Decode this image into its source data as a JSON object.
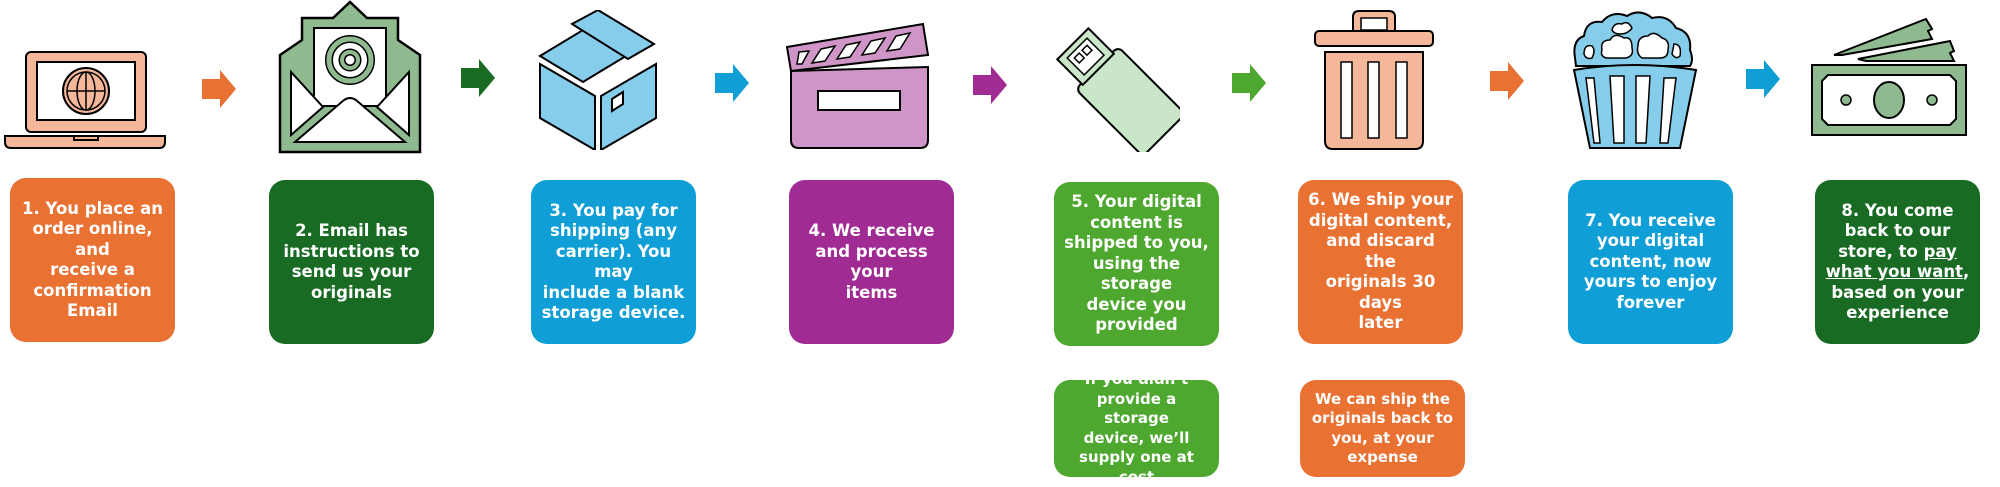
{
  "colors": {
    "orange": "#E97132",
    "dark_green": "#196B24",
    "blue": "#0F9ED5",
    "purple": "#A02B93",
    "green": "#4EA72E",
    "peach": "#F4B79A",
    "sage": "#8CB88C",
    "light_blue": "#86CCEB",
    "lilac": "#D095C7",
    "mint": "#C9E6C9",
    "bill_green": "#8FBA8F"
  },
  "steps": [
    {
      "icon": "laptop-globe-icon",
      "lines": [
        "1. You place an",
        "order online, and",
        "receive a",
        "confirmation",
        "Email"
      ]
    },
    {
      "icon": "email-envelope-icon",
      "lines": [
        "2. Email has",
        "instructions to",
        "send us your",
        "originals"
      ]
    },
    {
      "icon": "shipping-box-icon",
      "lines": [
        "3. You pay for",
        "shipping (any",
        "carrier). You may",
        "include a blank",
        "storage device."
      ]
    },
    {
      "icon": "clapperboard-icon",
      "lines": [
        "4. We receive",
        "and process your",
        "items"
      ]
    },
    {
      "icon": "usb-drive-icon",
      "lines": [
        "5. Your digital",
        "content is",
        "shipped to you,",
        "using the storage",
        "device you",
        "provided"
      ]
    },
    {
      "icon": "trash-can-icon",
      "lines": [
        "6. We ship your",
        "digital content,",
        "and discard the",
        "originals 30 days",
        "later"
      ]
    },
    {
      "icon": "popcorn-icon",
      "lines": [
        "7. You receive",
        "your digital",
        "content, now",
        "yours to enjoy",
        "forever"
      ]
    },
    {
      "icon": "money-bills-icon",
      "line1": "8. You come",
      "line2": "back to our",
      "line3_pre": "store, to ",
      "line3_link": "pay",
      "line4_link": "what you want",
      "line4_post": ",",
      "line5": "based on your",
      "line6": "experience"
    }
  ],
  "notes": [
    {
      "lines": [
        "If you didn’t",
        "provide a storage",
        "device, we’ll",
        "supply one at cost"
      ]
    },
    {
      "lines": [
        "We can ship the",
        "originals back to",
        "you, at your",
        "expense"
      ]
    }
  ]
}
